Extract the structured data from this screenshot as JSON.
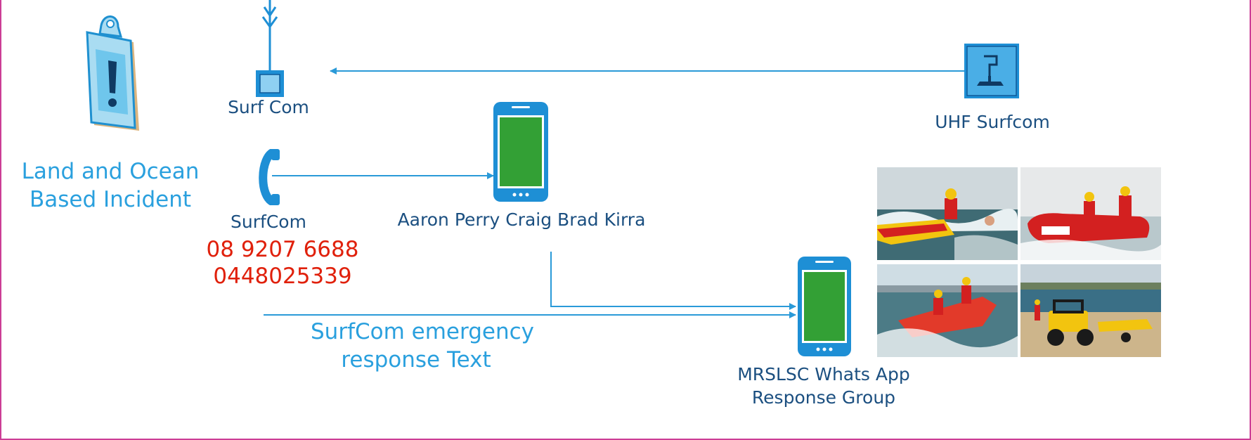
{
  "diagram": {
    "incident": {
      "line1": "Land and Ocean",
      "line2": "Based Incident",
      "icon": "clipboard-alert-icon"
    },
    "surf_com": {
      "label": "Surf Com",
      "icon": "radio-antenna-icon"
    },
    "surfcom_phone": {
      "label": "SurfCom",
      "numbers": [
        "08 9207 6688",
        "0448025339"
      ],
      "icon": "telephone-handset-icon"
    },
    "uhf": {
      "label": "UHF Surfcom",
      "icon": "radio-base-station-icon"
    },
    "team_phone": {
      "label": "Aaron Perry Craig Brad Kirra",
      "icon": "smartphone-icon"
    },
    "emergency_text": {
      "line1": "SurfCom emergency",
      "line2": "response Text"
    },
    "whatsapp": {
      "line1": "MRSLSC Whats App",
      "line2": "Response Group",
      "icon": "smartphone-icon"
    },
    "photos": [
      "jet-ski-rescue-photo",
      "inflatable-boat-rescue-photo",
      "rescue-boat-launch-photo",
      "beach-buggy-photo"
    ]
  },
  "colors": {
    "connector": "#2a9ad8",
    "device_blue": "#1e8fd5",
    "screen_green": "#33a035",
    "label_dark": "#1b4f80",
    "label_light": "#2aa0de",
    "phone_numbers": "#e0200b",
    "frame": "#cc3d96"
  }
}
